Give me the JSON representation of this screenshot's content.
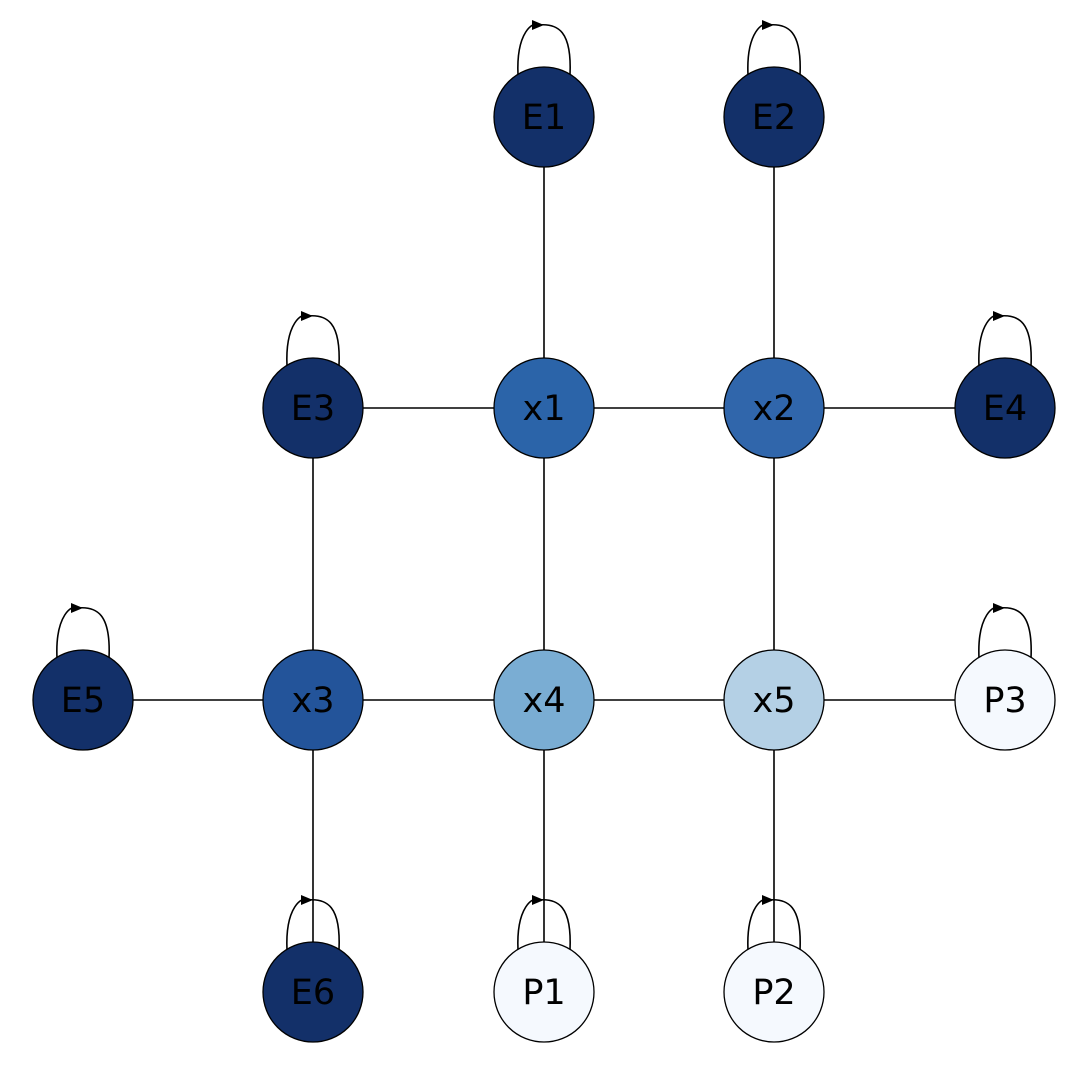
{
  "diagram": {
    "type": "graph",
    "nodes": [
      {
        "id": "E1",
        "label": "E1",
        "fill": "#133069",
        "text_color": "#000000",
        "self_loop": true
      },
      {
        "id": "E2",
        "label": "E2",
        "fill": "#133069",
        "text_color": "#000000",
        "self_loop": true
      },
      {
        "id": "E3",
        "label": "E3",
        "fill": "#133069",
        "text_color": "#000000",
        "self_loop": true
      },
      {
        "id": "x1",
        "label": "x1",
        "fill": "#2b64a9",
        "text_color": "#000000",
        "self_loop": false
      },
      {
        "id": "x2",
        "label": "x2",
        "fill": "#3066ab",
        "text_color": "#000000",
        "self_loop": false
      },
      {
        "id": "E4",
        "label": "E4",
        "fill": "#133069",
        "text_color": "#000000",
        "self_loop": true
      },
      {
        "id": "E5",
        "label": "E5",
        "fill": "#133069",
        "text_color": "#000000",
        "self_loop": true
      },
      {
        "id": "x3",
        "label": "x3",
        "fill": "#23549a",
        "text_color": "#000000",
        "self_loop": false
      },
      {
        "id": "x4",
        "label": "x4",
        "fill": "#7aadd3",
        "text_color": "#000000",
        "self_loop": false
      },
      {
        "id": "x5",
        "label": "x5",
        "fill": "#b4d0e5",
        "text_color": "#000000",
        "self_loop": false
      },
      {
        "id": "P3",
        "label": "P3",
        "fill": "#f5f9fe",
        "text_color": "#000000",
        "self_loop": true
      },
      {
        "id": "E6",
        "label": "E6",
        "fill": "#133069",
        "text_color": "#000000",
        "self_loop": true
      },
      {
        "id": "P1",
        "label": "P1",
        "fill": "#f5f9fe",
        "text_color": "#000000",
        "self_loop": true
      },
      {
        "id": "P2",
        "label": "P2",
        "fill": "#f5f9fe",
        "text_color": "#000000",
        "self_loop": true
      }
    ],
    "edges": [
      [
        "E1",
        "x1"
      ],
      [
        "E2",
        "x2"
      ],
      [
        "E3",
        "x1"
      ],
      [
        "x1",
        "x2"
      ],
      [
        "x2",
        "E4"
      ],
      [
        "E3",
        "x3"
      ],
      [
        "x1",
        "x4"
      ],
      [
        "x2",
        "x5"
      ],
      [
        "E5",
        "x3"
      ],
      [
        "x3",
        "x4"
      ],
      [
        "x4",
        "x5"
      ],
      [
        "x5",
        "P3"
      ],
      [
        "x3",
        "E6"
      ],
      [
        "x4",
        "P1"
      ],
      [
        "x5",
        "P2"
      ]
    ]
  }
}
